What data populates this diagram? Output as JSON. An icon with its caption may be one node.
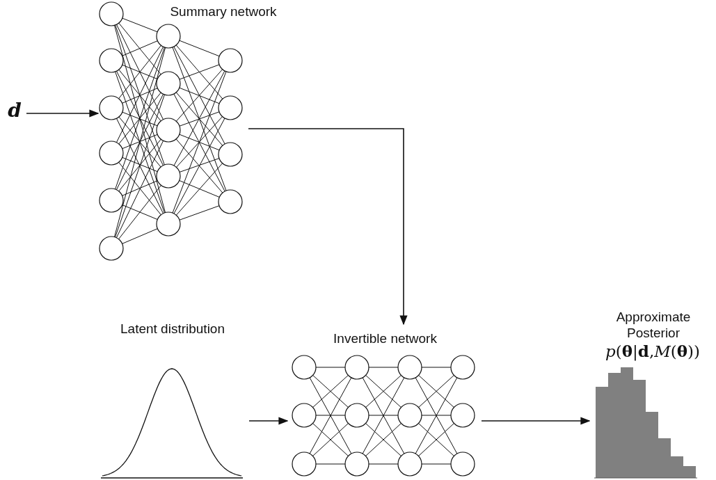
{
  "diagram": {
    "nodes": [
      {
        "text": [
          "d"
        ]
      },
      {
        "text": [
          "Summary network"
        ]
      },
      {
        "text": [
          "Latent distribution"
        ]
      },
      {
        "text": [
          "Invertible network"
        ]
      },
      {
        "text": [
          "Approximate Posterior",
          "*p*(**θ**|**d**,*M*(**θ**))"
        ]
      }
    ],
    "edges": [
      {
        "from": 0,
        "to": 1,
        "arrow": "to"
      },
      {
        "from": 1,
        "to": 3,
        "arrow": "to"
      },
      {
        "from": 2,
        "to": 3,
        "arrow": "to"
      },
      {
        "from": 3,
        "to": 4,
        "arrow": "to"
      }
    ]
  }
}
